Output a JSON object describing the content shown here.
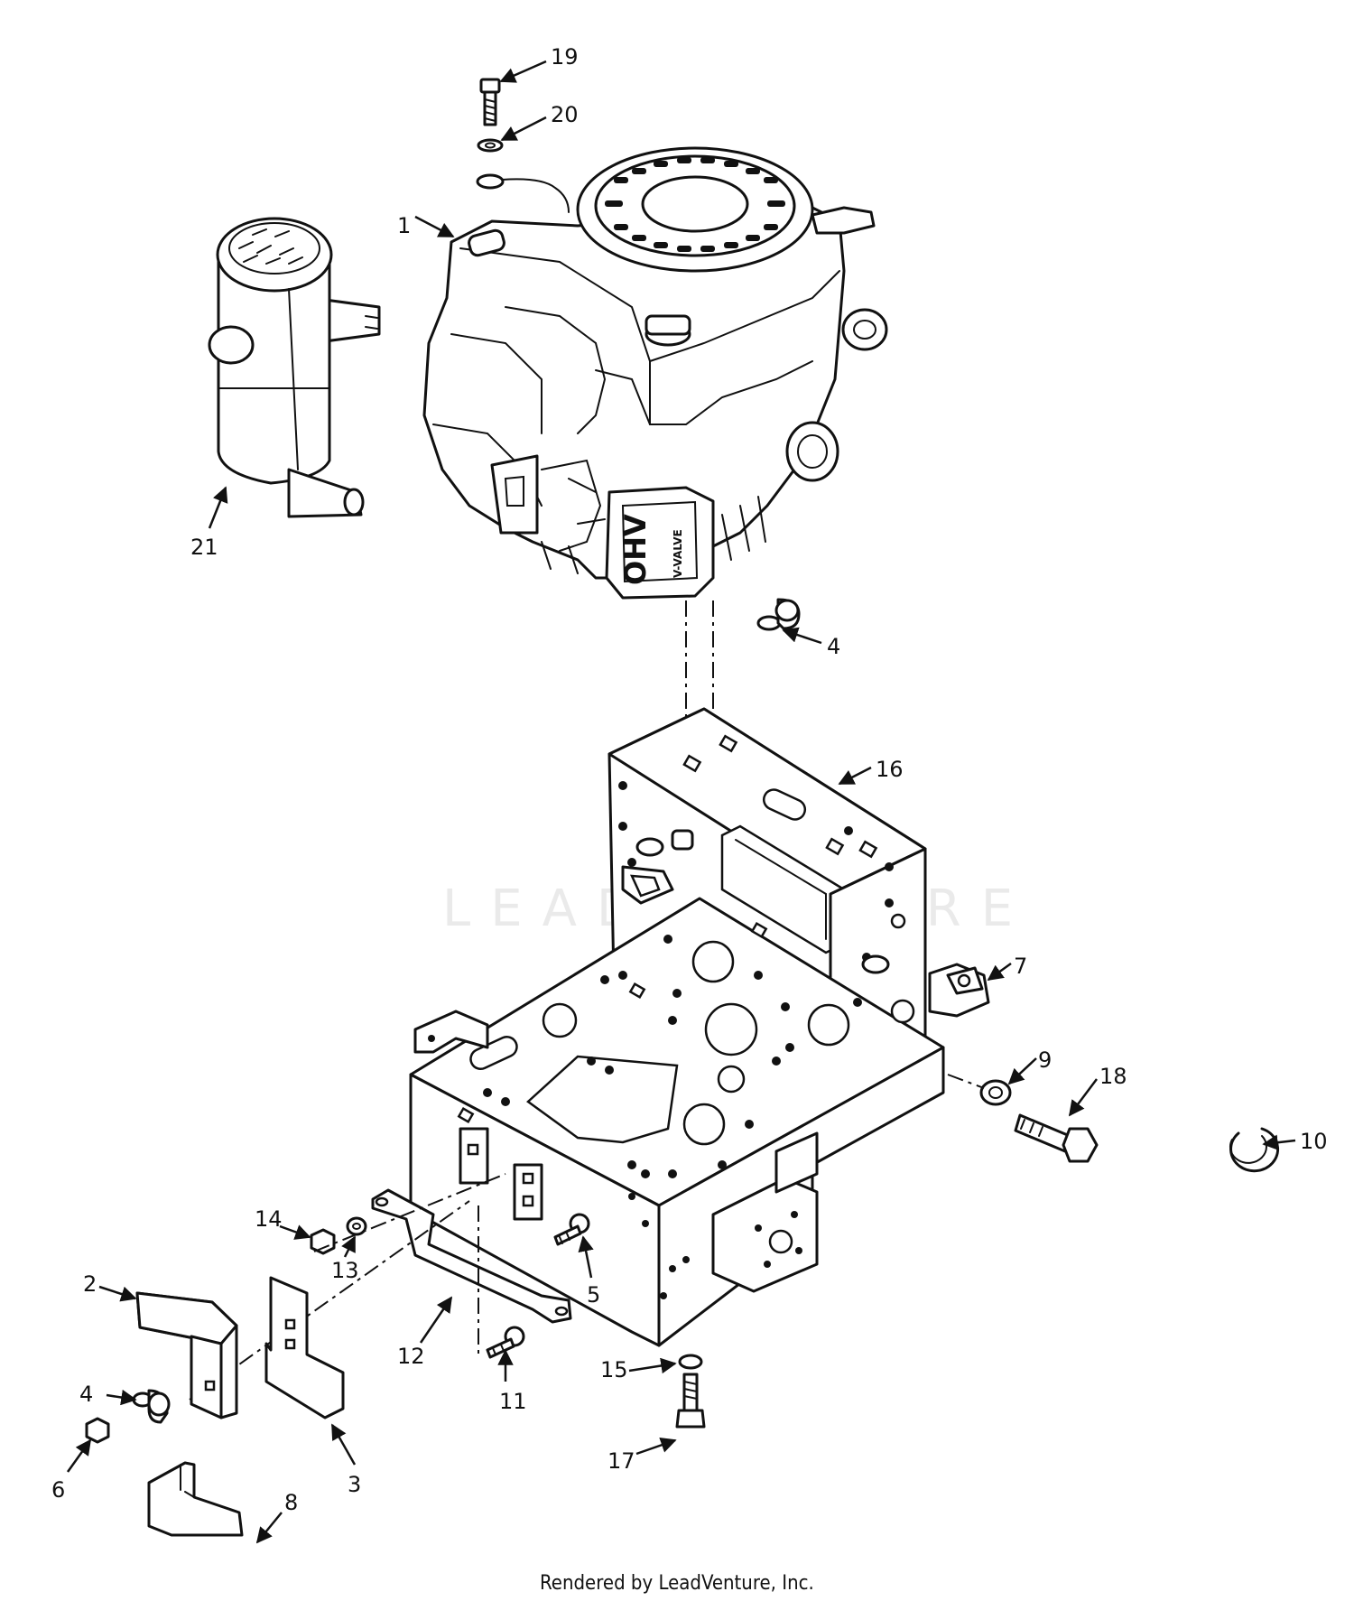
{
  "engine_labels": {
    "ohv": "OHV",
    "valve": "V-VALVE"
  },
  "watermark": "LEADVENTURE",
  "footer": "Rendered by LeadVenture, Inc.",
  "callouts": [
    "19",
    "20",
    "1",
    "21",
    "4",
    "16",
    "7",
    "9",
    "18",
    "10",
    "14",
    "13",
    "5",
    "2",
    "12",
    "4",
    "11",
    "15",
    "6",
    "3",
    "17",
    "8"
  ]
}
